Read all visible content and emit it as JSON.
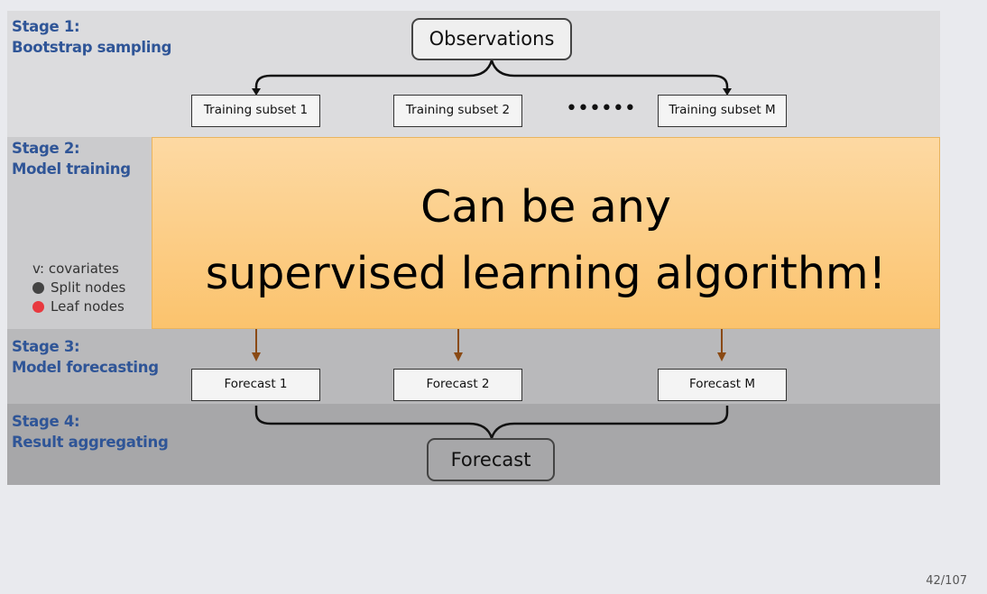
{
  "stages": [
    {
      "line1": "Stage 1:",
      "line2": "Bootstrap sampling"
    },
    {
      "line1": "Stage 2:",
      "line2": "Model training"
    },
    {
      "line1": "Stage 3:",
      "line2": "Model forecasting"
    },
    {
      "line1": "Stage 4:",
      "line2": "Result aggregating"
    }
  ],
  "observations": "Observations",
  "training_subsets": [
    "Training subset 1",
    "Training subset 2",
    "Training subset M"
  ],
  "ellipsis": "••••••",
  "legend": {
    "title": "v: covariates",
    "split": "Split nodes",
    "leaf": "Leaf nodes",
    "split_color": "#444444",
    "leaf_color": "#e8393f"
  },
  "callout": {
    "line1": "Can be any",
    "line2": "supervised learning algorithm!"
  },
  "forecasts": [
    "Forecast 1",
    "Forecast 2",
    "Forecast M"
  ],
  "final_forecast": "Forecast",
  "page": "42/107"
}
